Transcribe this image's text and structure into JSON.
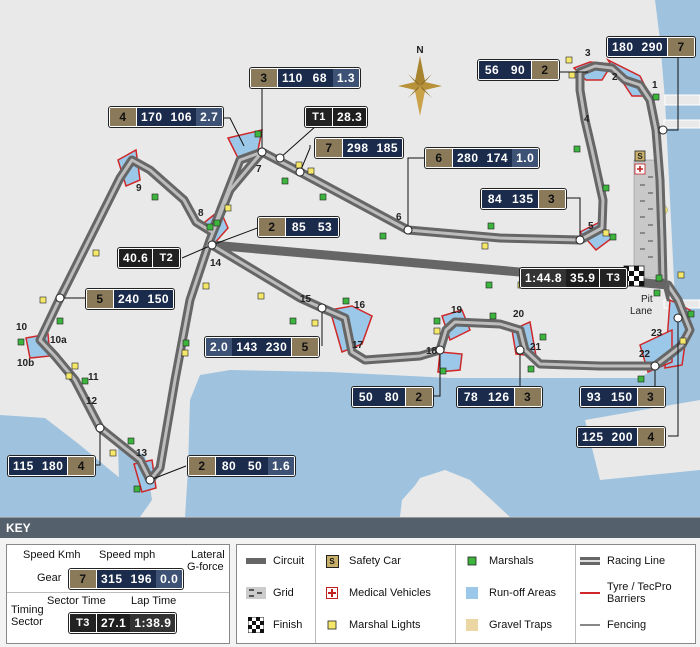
{
  "compass": {
    "label": "N"
  },
  "turns": {
    "t1": "1",
    "t2": "2",
    "t3": "3",
    "t4": "4",
    "t5": "5",
    "t6": "6",
    "t7": "7",
    "t8": "8",
    "t9": "9",
    "t10": "10",
    "t10a": "10a",
    "t10b": "10b",
    "t11": "11",
    "t12": "12",
    "t13": "13",
    "t14": "14",
    "t15": "15",
    "t16": "16",
    "t17": "17",
    "t18": "18",
    "t19": "19",
    "t20": "20",
    "t21": "21",
    "t22": "22",
    "t23": "23"
  },
  "pit_lane": {
    "line1": "Pit",
    "line2": "Lane"
  },
  "telemetry": {
    "t3": {
      "speed_kmh": "180",
      "speed_mph": "290",
      "gear": "7"
    },
    "t2": {
      "gear": "2",
      "speed_kmh": "56",
      "speed_mph": "90"
    },
    "t7": {
      "gear": "3",
      "speed_kmh": "110",
      "speed_mph": "68",
      "lat_g": "1.3"
    },
    "sector1": {
      "sector": "T1",
      "time": "28.3"
    },
    "t7b": {
      "gear": "7",
      "speed_kmh": "298",
      "speed_mph": "185"
    },
    "t8": {
      "gear": "4",
      "speed_kmh": "170",
      "speed_mph": "106",
      "lat_g": "2.7"
    },
    "t6": {
      "gear": "6",
      "speed_kmh": "280",
      "speed_mph": "174",
      "lat_g": "1.0"
    },
    "t5": {
      "speed_kmh": "84",
      "speed_mph": "135",
      "gear": "3"
    },
    "t14a": {
      "gear": "2",
      "speed_kmh": "85",
      "speed_mph": "53"
    },
    "sector2": {
      "time": "40.6",
      "sector": "T2"
    },
    "sector3": {
      "time": "1:44.8",
      "time2": "35.9",
      "sector": "T3"
    },
    "t10": {
      "gear": "5",
      "speed_kmh": "240",
      "speed_mph": "150"
    },
    "t17": {
      "lat_g": "2.0",
      "speed_kmh": "143",
      "speed_mph": "230",
      "gear": "5"
    },
    "t18": {
      "speed_kmh": "50",
      "speed_mph": "80",
      "gear": "2"
    },
    "t21": {
      "speed_kmh": "78",
      "speed_mph": "126",
      "gear": "3"
    },
    "t22": {
      "speed_kmh": "93",
      "speed_mph": "150",
      "gear": "3"
    },
    "t23": {
      "speed_kmh": "125",
      "speed_mph": "200",
      "gear": "4"
    },
    "t11": {
      "speed_kmh": "115",
      "speed_mph": "180",
      "gear": "4"
    },
    "t13": {
      "gear": "2",
      "speed_kmh": "80",
      "speed_mph": "50",
      "lat_g": "1.6"
    }
  },
  "key": {
    "title": "KEY",
    "speed_kmh": "Speed Kmh",
    "speed_mph": "Speed mph",
    "lateral": "Lateral",
    "gforce": "G-force",
    "gear": "Gear",
    "sample_gear": "7",
    "sample_kmh": "315",
    "sample_mph": "196",
    "sample_g": "0.0",
    "sector_time": "Sector Time",
    "lap_time": "Lap Time",
    "timing": "Timing",
    "sector": "Sector",
    "sample_sector": "T3",
    "sample_sector_time": "27.1",
    "sample_lap": "1:38.9",
    "items": {
      "circuit": "Circuit",
      "grid": "Grid",
      "finish": "Finish",
      "safety_car": "Safety Car",
      "safety_icon": "S",
      "medical": "Medical Vehicles",
      "marshal_lights": "Marshal Lights",
      "marshals": "Marshals",
      "runoff": "Run-off Areas",
      "gravel": "Gravel Traps",
      "racing_line": "Racing Line",
      "tyre_barriers": "Tyre / TecPro Barriers",
      "fencing": "Fencing"
    }
  },
  "colors": {
    "land": "#e9e9e9",
    "water": "#9fc3df",
    "track": "#7a7a7a",
    "runoff": "#9bc8e8",
    "barrier": "#d02828",
    "marshal": "#3db43d",
    "light": "#f4e76a",
    "gear_tan": "#8a7a5a",
    "box_navy": "#1a2b4c"
  }
}
